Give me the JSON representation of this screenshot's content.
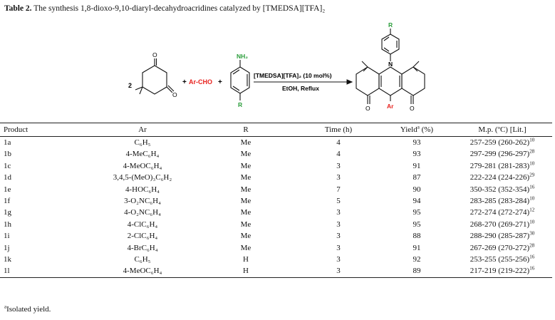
{
  "caption": {
    "label": "Table 2.",
    "text": " The synthesis 1,8-dioxo-9,10-diaryl-decahydroacridines catalyzed by [TMEDSA][TFA]₂"
  },
  "scheme": {
    "coefficient": "2",
    "plus1": "+",
    "aldehyde": "Ar-CHO",
    "plus2": "+",
    "amine_group": "NH₂",
    "amine_r": "R",
    "catalyst": "[TMEDSA][TFA]₂ (10 mol%)",
    "conditions": "EtOH, Reflux",
    "product_r": "R",
    "product_n": "N",
    "product_ar": "Ar"
  },
  "table": {
    "headers": [
      "Product",
      "Ar",
      "R",
      "Time (h)",
      "Yield",
      "a",
      " (%)",
      "M.p. (ºC) [Lit.]"
    ],
    "rows": [
      {
        "product": "1a",
        "ar": "C₆H₅",
        "r": "Me",
        "time": "4",
        "yield": "93",
        "mp": "257-259 (260-262)",
        "ref": "10"
      },
      {
        "product": "1b",
        "ar": "4-MeC₆H₄",
        "r": "Me",
        "time": "4",
        "yield": "93",
        "mp": "297-299 (296-297)",
        "ref": "28"
      },
      {
        "product": "1c",
        "ar": "4-MeOC₆H₄",
        "r": "Me",
        "time": "3",
        "yield": "91",
        "mp": "279-281 (281-283)",
        "ref": "10"
      },
      {
        "product": "1d",
        "ar": "3,4,5-(MeO)₃C₆H₂",
        "r": "Me",
        "time": "3",
        "yield": "87",
        "mp": "222-224 (224-226)",
        "ref": "29"
      },
      {
        "product": "1e",
        "ar": "4-HOC₆H₄",
        "r": "Me",
        "time": "7",
        "yield": "90",
        "mp": "350-352 (352-354)",
        "ref": "16"
      },
      {
        "product": "1f",
        "ar": "3-O₂NC₆H₄",
        "r": "Me",
        "time": "5",
        "yield": "94",
        "mp": "283-285 (283-284)",
        "ref": "10"
      },
      {
        "product": "1g",
        "ar": "4-O₂NC₆H₄",
        "r": "Me",
        "time": "3",
        "yield": "95",
        "mp": "272-274 (272-274)",
        "ref": "12"
      },
      {
        "product": "1h",
        "ar": "4-ClC₆H₄",
        "r": "Me",
        "time": "3",
        "yield": "95",
        "mp": "268-270 (269-271)",
        "ref": "10"
      },
      {
        "product": "1i",
        "ar": "2-ClC₆H₄",
        "r": "Me",
        "time": "3",
        "yield": "88",
        "mp": "288-290 (285-287)",
        "ref": "30"
      },
      {
        "product": "1j",
        "ar": "4-BrC₆H₄",
        "r": "Me",
        "time": "3",
        "yield": "91",
        "mp": "267-269 (270-272)",
        "ref": "28"
      },
      {
        "product": "1k",
        "ar": "C₆H₅",
        "r": "H",
        "time": "3",
        "yield": "92",
        "mp": "253-255 (255-256)",
        "ref": "16"
      },
      {
        "product": "1l",
        "ar": "4-MeOC₆H₄",
        "r": "H",
        "time": "3",
        "yield": "89",
        "mp": "217-219 (219-222)",
        "ref": "16"
      }
    ]
  },
  "footnote": {
    "mark": "a",
    "text": "Isolated yield."
  },
  "colors": {
    "aldehyde": "#e8231f",
    "amine": "#2a9d3a",
    "text": "#111111"
  }
}
